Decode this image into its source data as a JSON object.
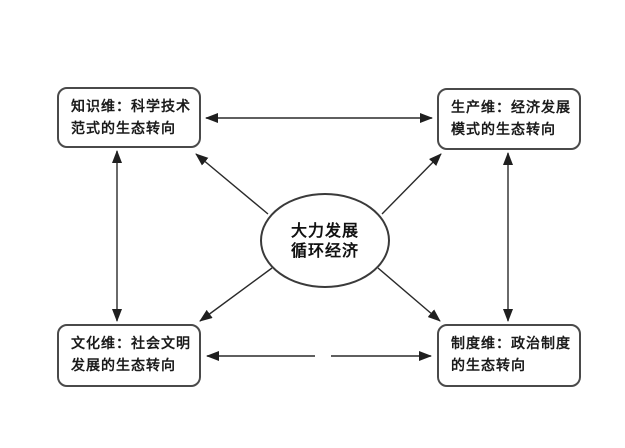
{
  "diagram": {
    "title_hint": "circular-economy four-dimension concept diagram",
    "center": {
      "line1": "大力发展",
      "line2": "循环经济"
    },
    "nodes": {
      "top_left": {
        "line1": "知识维：科学技术",
        "line2": "范式的生态转向"
      },
      "top_right": {
        "line1": "生产维：经济发展",
        "line2": "模式的生态转向"
      },
      "bottom_left": {
        "line1": "文化维：社会文明",
        "line2": "发展的生态转向"
      },
      "bottom_right": {
        "line1": "制度维：政治制度",
        "line2": "的生态转向"
      }
    },
    "colors": {
      "background": "#ffffff",
      "box_border": "#4a4a4a",
      "ellipse_border": "#3a3a3a",
      "arrow_line": "#2a2a2a",
      "text": "#1a1a1a"
    }
  }
}
